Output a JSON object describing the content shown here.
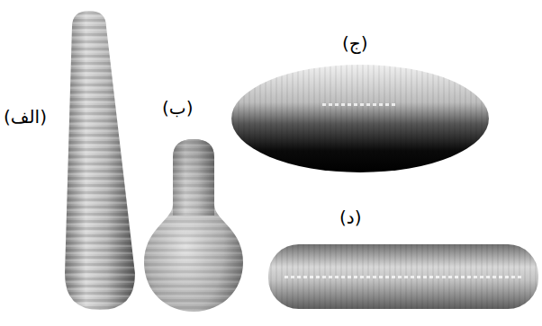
{
  "diagram": {
    "labels": [
      "(الف)",
      "(ب)",
      "(ج)",
      "(د)"
    ]
  }
}
